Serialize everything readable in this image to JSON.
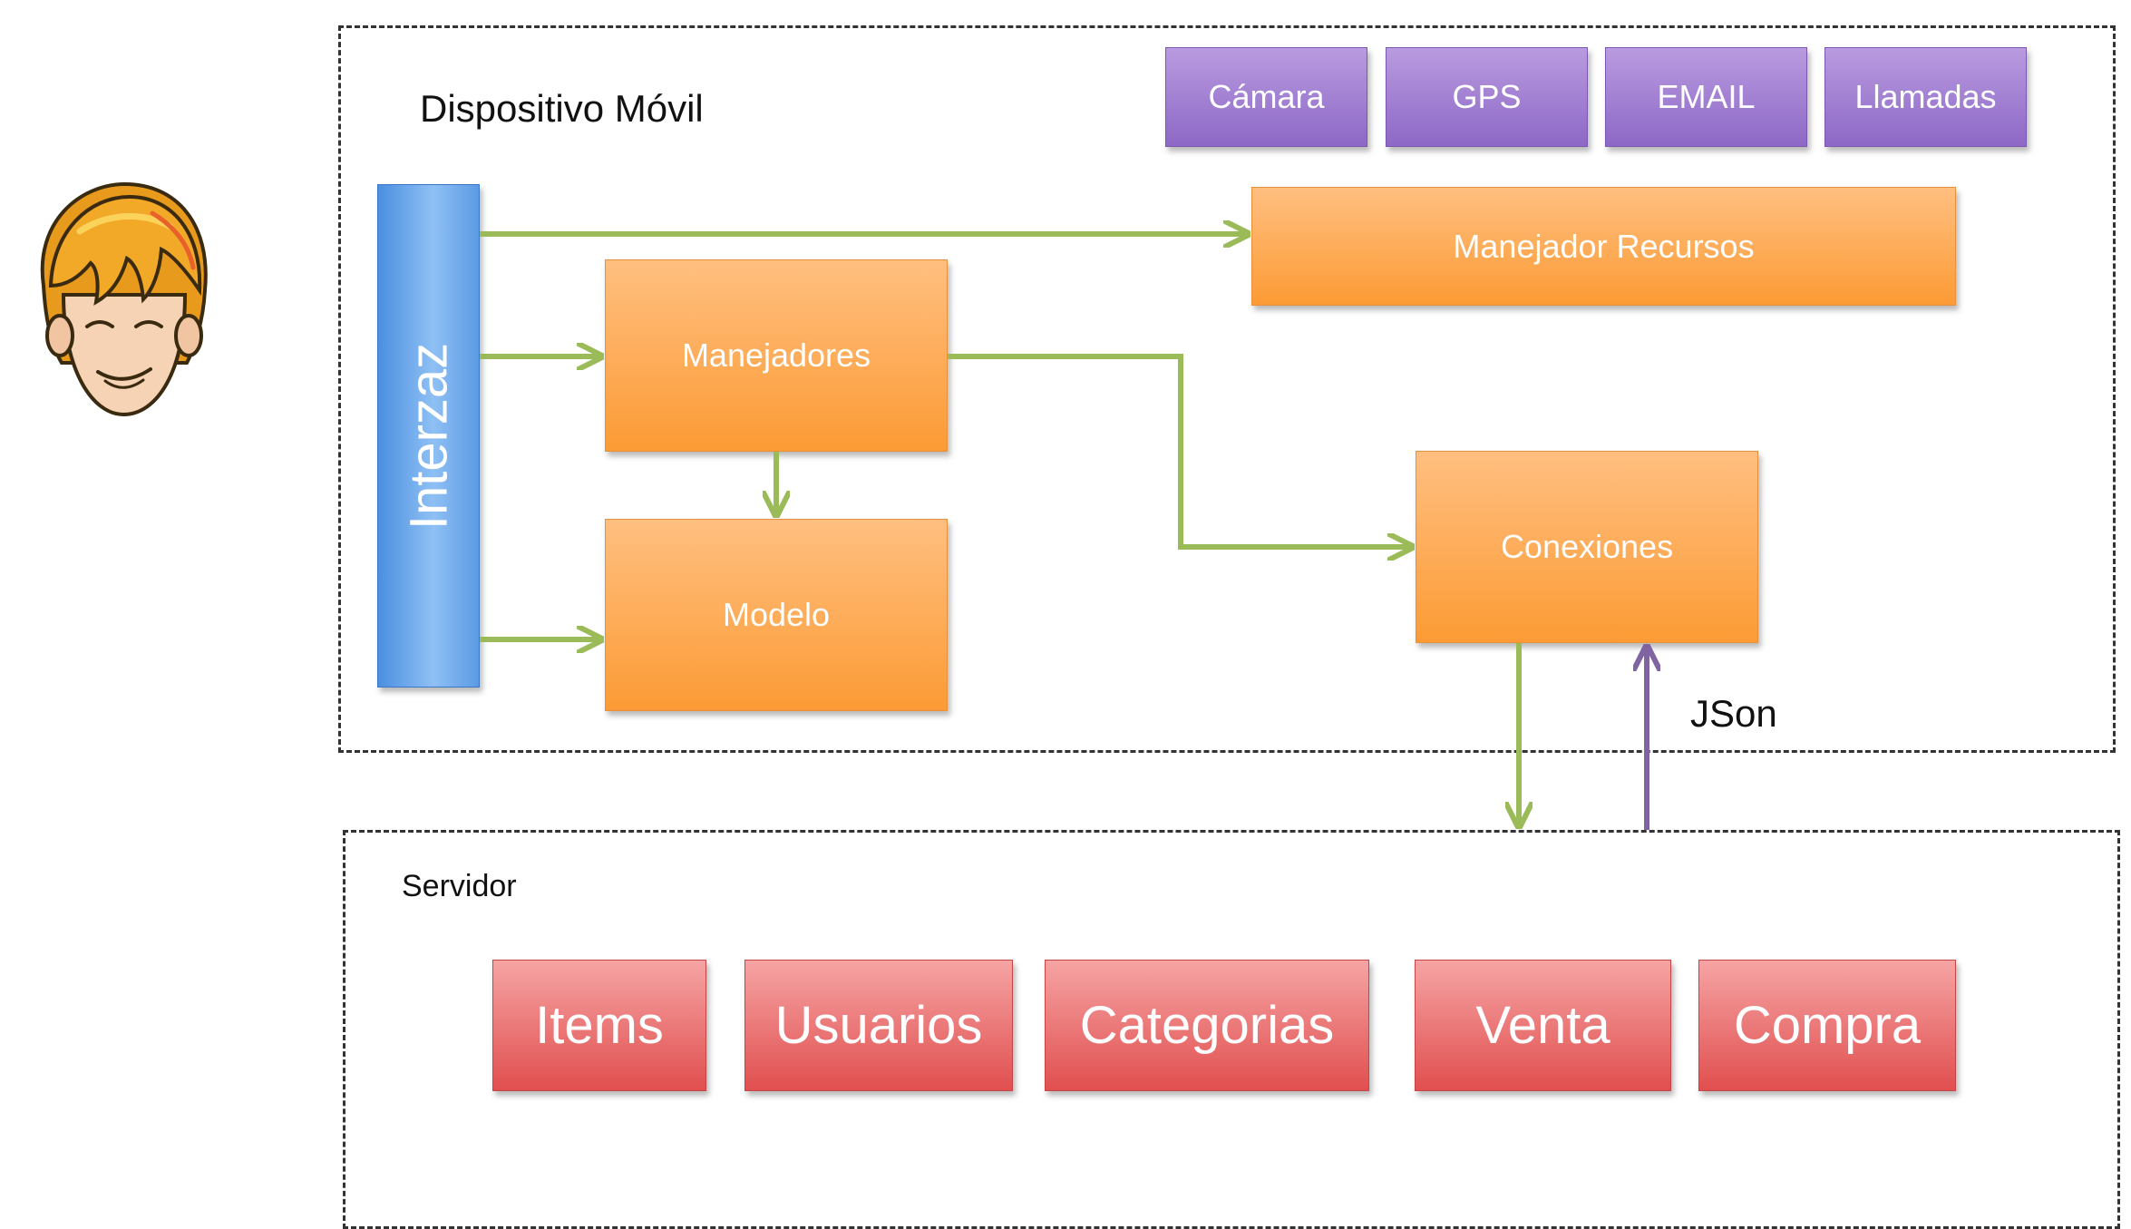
{
  "mobile": {
    "title": "Dispositivo Móvil",
    "interface": "Interzaz",
    "handlers": "Manejadores",
    "model": "Modelo",
    "resource_manager": "Manejador Recursos",
    "connections": "Conexiones",
    "resources": [
      "Cámara",
      "GPS",
      "EMAIL",
      "Llamadas"
    ]
  },
  "link_label": "JSon",
  "server": {
    "title": "Servidor",
    "modules": [
      "Items",
      "Usuarios",
      "Categorias",
      "Venta",
      "Compra"
    ]
  },
  "colors": {
    "arrow_green": "#9bbb59",
    "arrow_purple": "#8064a2",
    "box_orange": "#f79646",
    "box_purple": "#8d68c6",
    "box_red": "#e14f4f",
    "interface_blue": "#4f8fe0"
  },
  "icons": {
    "user": "user-avatar-icon"
  }
}
